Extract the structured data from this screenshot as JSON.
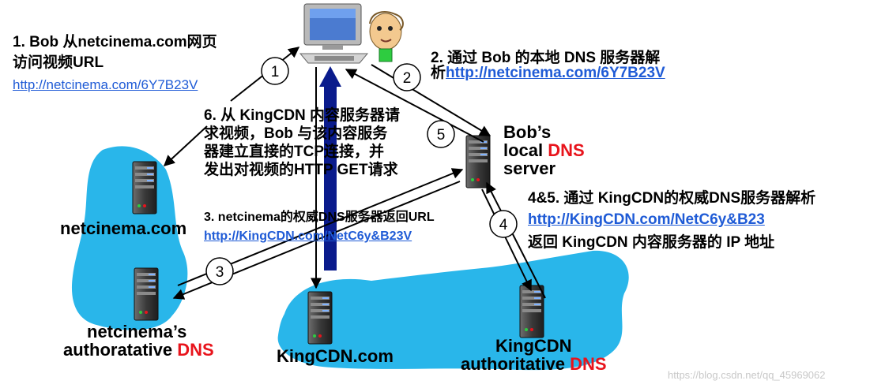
{
  "step1": {
    "title": "1. Bob 从netcinema.com网页",
    "title2": "访问视频URL",
    "url": "http://netcinema.com/6Y7B23V"
  },
  "step2": {
    "line1": "2. 通过 Bob 的本地 DNS 服务器解",
    "prefix": "析",
    "url": "http://netcinema.com/6Y7B23V"
  },
  "step6": {
    "lines": [
      "6. 从 KingCDN 内容服务器请",
      "求视频，Bob 与该内容服务",
      "器建立直接的TCP连接，并",
      "发出对视频的HTTP GET请求"
    ]
  },
  "step3": {
    "line1": "3. netcinema的权威DNS服务器返回URL",
    "url": "http://KingCDN.com/NetC6y&B23V"
  },
  "step45": {
    "line1": "4&5. 通过 KingCDN的权威DNS服务器解析",
    "url": "http://KingCDN.com/NetC6y&B23",
    "line3": "返回 KingCDN 内容服务器的 IP 地址"
  },
  "nodes": {
    "local_dns": {
      "l1": "Bob’s",
      "l2a": "local ",
      "l2b": "DNS",
      "l3": "server"
    },
    "netcinema": {
      "label": "netcinema.com"
    },
    "netcinema_dns": {
      "l1": "netcinema’s",
      "l2a": "authoratative ",
      "l2b": "DNS"
    },
    "kingcdn": {
      "label": "KingCDN.com"
    },
    "kingcdn_dns": {
      "l1": "KingCDN",
      "l2a": "authoritative ",
      "l2b": "DNS"
    }
  },
  "circles": [
    "1",
    "2",
    "3",
    "4",
    "5"
  ],
  "watermark": "https://blog.csdn.net/qq_45969062",
  "colors": {
    "cloud": "#29b6ea",
    "arrow_blue": "#0a1b8c",
    "dns_red": "#e8141c",
    "link_blue": "#1f5bd6"
  }
}
